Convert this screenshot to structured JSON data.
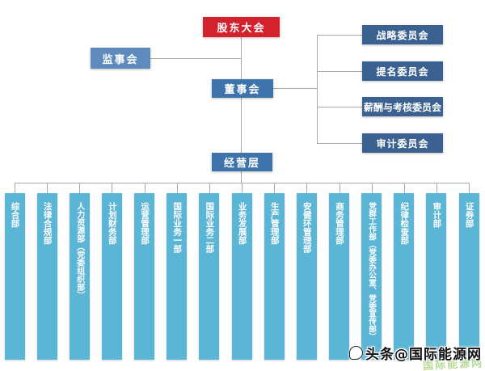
{
  "nodes": {
    "shareholders": "股东大会",
    "supervisory": "监事会",
    "board": "董事会",
    "management": "经营层"
  },
  "committees": [
    "战略委员会",
    "提名委员会",
    "薪酬与考核委员会",
    "审计委员会"
  ],
  "departments": [
    "综合部",
    "法律合规部",
    "人力资源部（党委组织部）",
    "计划财务部",
    "运营管理部",
    "国际业务一部",
    "国际业务二部",
    "业务发展部",
    "生产管理部",
    "安健环管理部",
    "商务管理部",
    "党群工作部（党委办公室、党委宣传部）",
    "纪律检查部",
    "审计部",
    "证券部"
  ],
  "watermark": {
    "black_text": "头条@国际能源网",
    "green_text": "国际能源网"
  },
  "colors": {
    "red": "#d3222e",
    "supervisory_blue": "#5d8bbd",
    "board_blue": "#3e73ac",
    "committee_blue": "#3a6190",
    "department_cyan": "#5bb5d5",
    "line_gray": "#a9a9a9"
  }
}
